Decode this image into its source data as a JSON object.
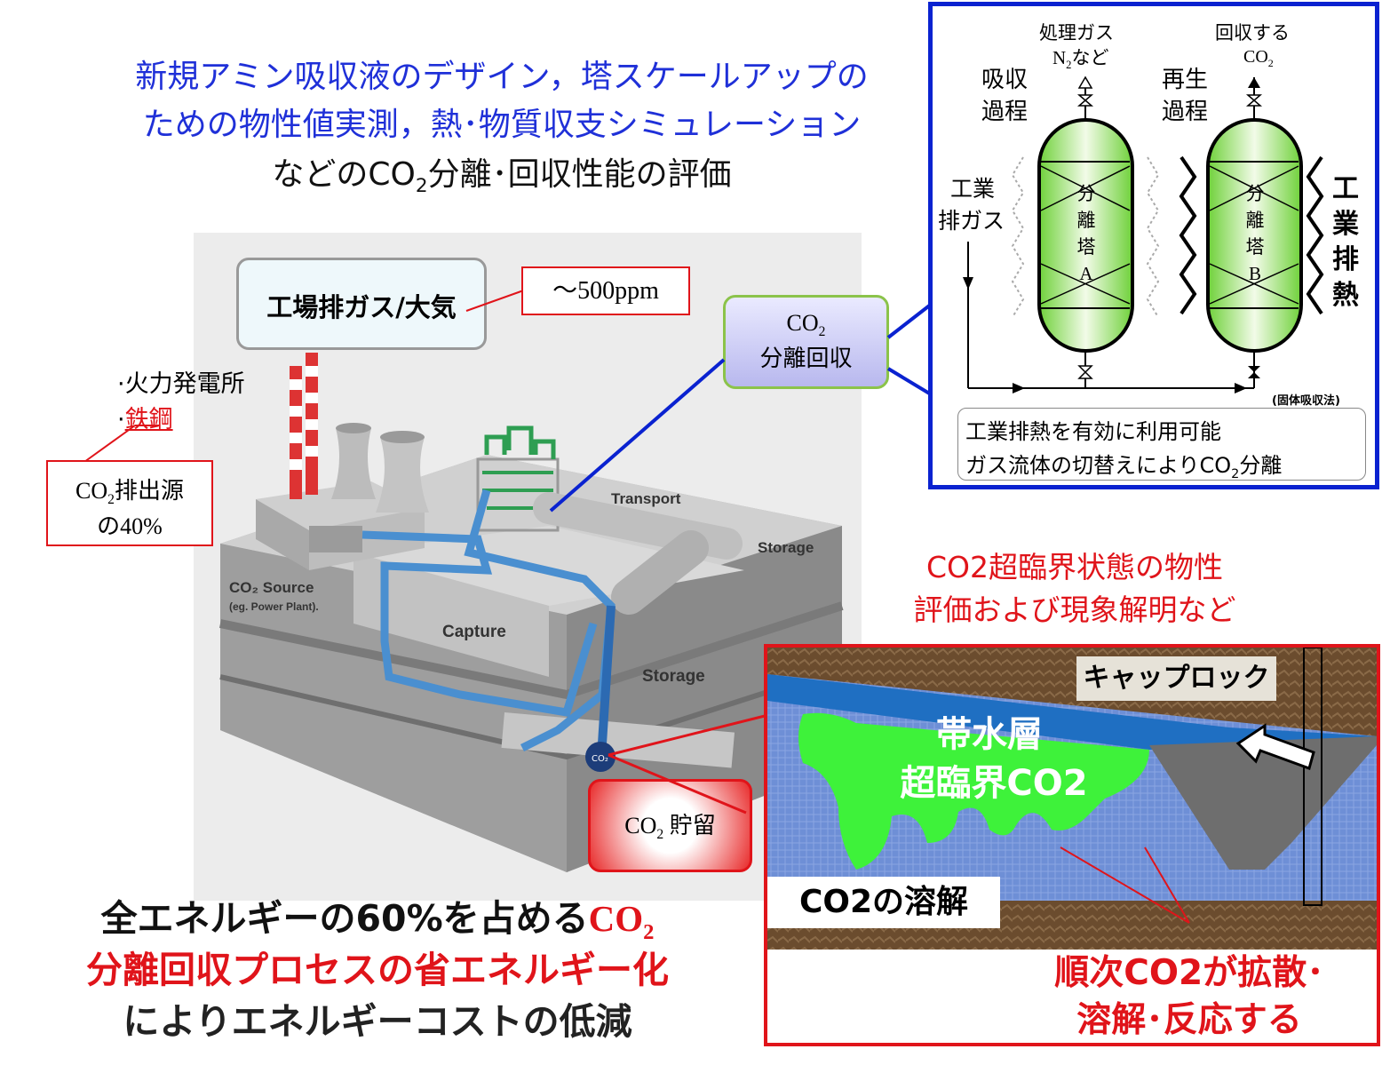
{
  "headline": {
    "line1": "新規アミン吸収液のデザイン，塔スケールアップの",
    "line2": "ための物性値実測，熱･物質収支シミュレーション",
    "line3_pre": "などのCO",
    "line3_sub": "2",
    "line3_post": "分離･回収性能の評価"
  },
  "plant": {
    "gas_box": "工場排ガス/大気",
    "ppm_box": "～500ppm",
    "source1": "·火力発電所",
    "source2_prefix": "·",
    "source2": "鉄鋼",
    "emission_line1_pre": "CO",
    "emission_line1_sub": "2",
    "emission_line1_post": "排出源",
    "emission_line2": "の40%",
    "capture_bubble_line1_pre": "CO",
    "capture_bubble_line1_sub": "2",
    "capture_bubble_line2": "分離回収",
    "storage_bubble_pre": "CO",
    "storage_bubble_sub": "2",
    "storage_bubble_post": " 貯留",
    "img_labels": {
      "source": "CO₂ Source",
      "source_eg": "(eg. Power Plant).",
      "capture": "Capture",
      "storage_mid": "Storage",
      "storage_top": "Storage",
      "transport": "Transport",
      "co2_ball": "CO₂"
    }
  },
  "process": {
    "treated_gas": "処理ガス",
    "treated_gas2_pre": "N",
    "treated_gas2_sub": "2",
    "treated_gas2_post": "など",
    "recover": "回収する",
    "recover2_pre": "CO",
    "recover2_sub": "2",
    "absorb1": "吸収",
    "absorb2": "過程",
    "regen1": "再生",
    "regen2": "過程",
    "industrial_gas1": "工業",
    "industrial_gas2": "排ガス",
    "tower_a": [
      "分",
      "離",
      "塔",
      "A"
    ],
    "tower_b": [
      "分",
      "離",
      "塔",
      "B"
    ],
    "waste_heat": [
      "工",
      "業",
      "排",
      "熱"
    ],
    "solid_method": "(固体吸収法)",
    "note1": "工業排熱を有効に利用可能",
    "note2_pre": "ガス流体の切替えによりCO",
    "note2_sub": "2",
    "note2_post": "分離"
  },
  "supercritical": {
    "title1": "CO2超臨界状態の物性",
    "title2": "評価および現象解明など",
    "caprock": "キャップロック",
    "aquifer": "帯水層",
    "sc_co2": "超臨界CO2",
    "dissolve": "CO2の溶解",
    "diffuse1": "順次CO2が拡散･",
    "diffuse2": "溶解･反応する"
  },
  "bottom": {
    "line1_pre": "全エネルギーの60%を占める",
    "line1_red_pre": "CO",
    "line1_red_sub": "2",
    "line2": "分離回収プロセスの省エネルギー化",
    "line3": "によりエネルギーコストの低減"
  },
  "colors": {
    "blue": "#1f30d8",
    "red": "#e0141a",
    "green": "#66dd33"
  }
}
